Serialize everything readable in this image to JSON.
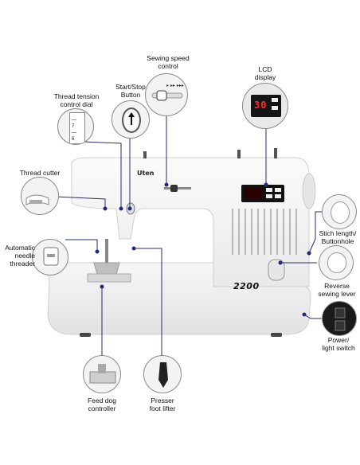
{
  "callouts": {
    "sewing_speed_control": [
      "Sewing speed",
      "control"
    ],
    "lcd_display": [
      "LCD",
      "display"
    ],
    "start_stop_button": [
      "Start/Stop",
      "Button"
    ],
    "thread_tension_dial": [
      "Thread tension",
      "control dial"
    ],
    "thread_cutter": [
      "Thread cutter"
    ],
    "automatic_needle_threader": [
      "Automatic",
      "needle",
      "threader"
    ],
    "stitch_length": [
      "Stich length/",
      "Buttonhole"
    ],
    "reverse_sewing_lever": [
      "Reverse",
      "sewing lever"
    ],
    "power_light_switch": [
      "Power/",
      "light switch"
    ],
    "feed_dog_controller": [
      "Feed dog",
      "controller"
    ],
    "presser_foot_lifter": [
      "Presser",
      "foot lifter"
    ]
  },
  "machine": {
    "brand": "Uten",
    "model": "2200",
    "lcd_value": "30"
  },
  "colors": {
    "leader_line": "#2a2a6e",
    "leader_dot": "#1e2a78",
    "body": "#f4f4f4",
    "lcd_bg": "#111111",
    "lcd_digits": "#ff2a2a"
  },
  "icons": [
    "start-stop-arrow-icon",
    "power-switch-icon",
    "speed-slider-icon"
  ]
}
